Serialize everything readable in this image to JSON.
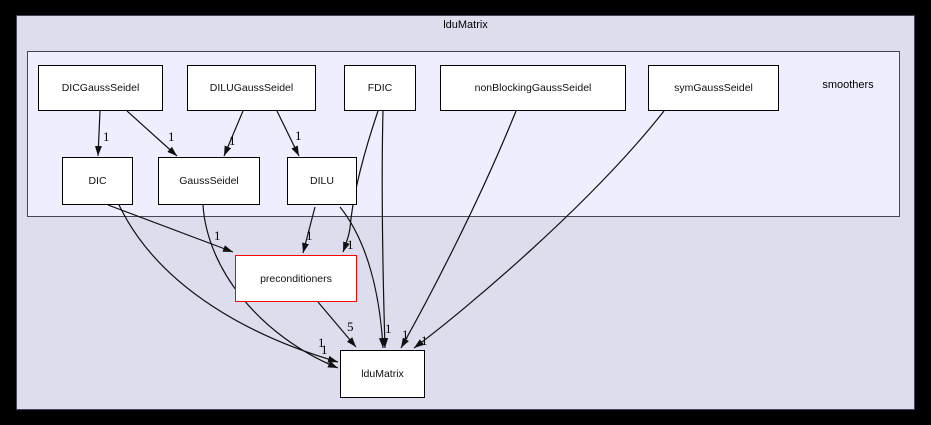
{
  "diagram": {
    "type": "directory-dependency-graph",
    "title": "lduMatrix",
    "cluster_label": "smoothers",
    "nodes": [
      {
        "id": "DICGaussSeidel",
        "label": "DICGaussSeidel",
        "cluster": "smoothers"
      },
      {
        "id": "DILUGaussSeidel",
        "label": "DILUGaussSeidel",
        "cluster": "smoothers"
      },
      {
        "id": "FDIC",
        "label": "FDIC",
        "cluster": "smoothers"
      },
      {
        "id": "nonBlockingGaussSeidel",
        "label": "nonBlockingGaussSeidel",
        "cluster": "smoothers"
      },
      {
        "id": "symGaussSeidel",
        "label": "symGaussSeidel",
        "cluster": "smoothers"
      },
      {
        "id": "DIC",
        "label": "DIC",
        "cluster": "smoothers"
      },
      {
        "id": "GaussSeidel",
        "label": "GaussSeidel",
        "cluster": "smoothers"
      },
      {
        "id": "DILU",
        "label": "DILU",
        "cluster": "smoothers"
      },
      {
        "id": "preconditioners",
        "label": "preconditioners",
        "cluster": "lduMatrix",
        "highlight": "#ff0000"
      },
      {
        "id": "lduMatrix",
        "label": "lduMatrix",
        "cluster": "lduMatrix"
      }
    ],
    "edges": [
      {
        "from": "DICGaussSeidel",
        "to": "DIC",
        "label": "1"
      },
      {
        "from": "DICGaussSeidel",
        "to": "GaussSeidel",
        "label": "1"
      },
      {
        "from": "DILUGaussSeidel",
        "to": "GaussSeidel",
        "label": "1"
      },
      {
        "from": "DILUGaussSeidel",
        "to": "DILU",
        "label": "1"
      },
      {
        "from": "DIC",
        "to": "preconditioners",
        "label": "1"
      },
      {
        "from": "DIC",
        "to": "lduMatrix",
        "label": "1"
      },
      {
        "from": "GaussSeidel",
        "to": "lduMatrix",
        "label": "1"
      },
      {
        "from": "DILU",
        "to": "preconditioners",
        "label": "1"
      },
      {
        "from": "DILU",
        "to": "lduMatrix",
        "label": "1"
      },
      {
        "from": "FDIC",
        "to": "preconditioners",
        "label": "1"
      },
      {
        "from": "FDIC",
        "to": "lduMatrix",
        "label": "1"
      },
      {
        "from": "preconditioners",
        "to": "lduMatrix",
        "label": "5"
      },
      {
        "from": "nonBlockingGaussSeidel",
        "to": "lduMatrix",
        "label": "1"
      },
      {
        "from": "symGaussSeidel",
        "to": "lduMatrix",
        "label": "1"
      }
    ],
    "colors": {
      "page_background": "#000000",
      "outer_cluster_fill": "#ddddee",
      "inner_cluster_fill": "#eeeeff",
      "node_fill": "#ffffff",
      "node_border": "#000000",
      "highlight_border": "#ff0000",
      "edge_color": "#101010"
    }
  }
}
